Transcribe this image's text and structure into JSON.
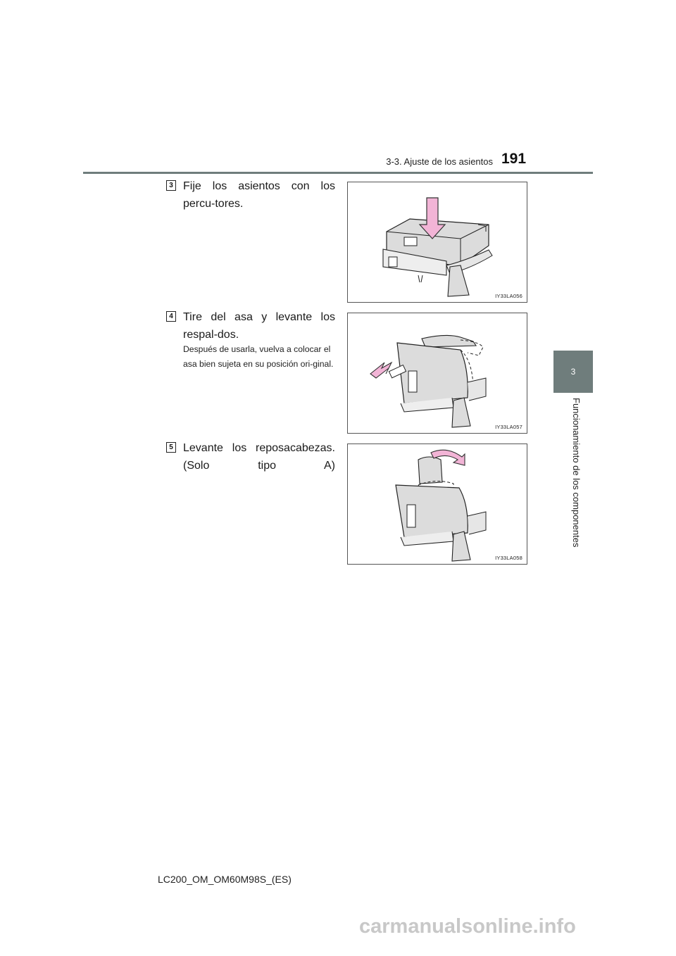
{
  "header": {
    "section_title": "3-3. Ajuste de los asientos",
    "page_number": "191"
  },
  "side_tab": {
    "chapter_number": "3",
    "chapter_title": "Funcionamiento de los componentes"
  },
  "steps": [
    {
      "number": "3",
      "text": "Fije los asientos con los percu-tores.",
      "note": "",
      "figure_code": "IY33LA056"
    },
    {
      "number": "4",
      "text": "Tire del asa y levante los respal-dos.",
      "note": "Después de usarla, vuelva a colocar el asa bien sujeta en su posición ori-ginal.",
      "figure_code": "IY33LA057"
    },
    {
      "number": "5",
      "text": "Levante los reposacabezas. (Solo tipo A)",
      "note": "",
      "figure_code": "IY33LA058"
    }
  ],
  "footer": {
    "doc_code": "LC200_OM_OM60M98S_(ES)"
  },
  "watermark": {
    "text": "carmanualsonline.info"
  },
  "colors": {
    "accent_gray": "#6f7d7c",
    "arrow_pink": "#f2b4d6",
    "illustration_fill": "#dcdcdc"
  }
}
